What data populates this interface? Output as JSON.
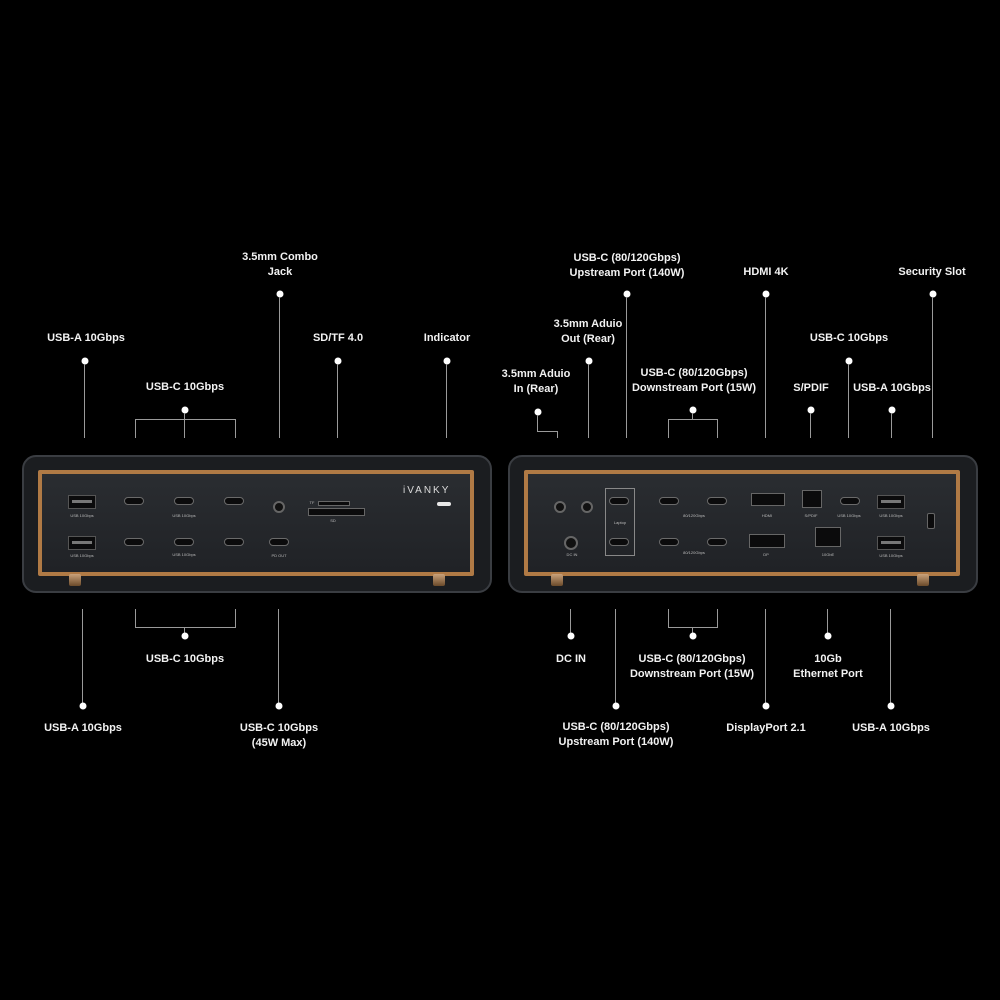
{
  "front_labels": {
    "usb_a_top": "USB-A 10Gbps",
    "usb_c_top": "USB-C 10Gbps",
    "combo_jack_line1": "3.5mm Combo",
    "combo_jack_line2": "Jack",
    "sd_tf": "SD/TF 4.0",
    "indicator": "Indicator",
    "usb_c_bottom": "USB-C 10Gbps",
    "usb_a_bottom": "USB-A 10Gbps",
    "usb_c_pd_line1": "USB-C 10Gbps",
    "usb_c_pd_line2": "(45W Max)"
  },
  "rear_labels": {
    "audio_in_line1": "3.5mm Aduio",
    "audio_in_line2": "In (Rear)",
    "audio_out_line1": "3.5mm Aduio",
    "audio_out_line2": "Out (Rear)",
    "upstream_top_line1": "USB-C (80/120Gbps)",
    "upstream_top_line2": "Upstream Port (140W)",
    "downstream_top_line1": "USB-C (80/120Gbps)",
    "downstream_top_line2": "Downstream Port (15W)",
    "hdmi": "HDMI 4K",
    "usb_c_top": "USB-C 10Gbps",
    "spdif": "S/PDIF",
    "usb_a_top": "USB-A 10Gbps",
    "security": "Security Slot",
    "dc_in": "DC IN",
    "downstream_bottom_line1": "USB-C (80/120Gbps)",
    "downstream_bottom_line2": "Downstream Port (15W)",
    "ethernet_line1": "10Gb",
    "ethernet_line2": "Ethernet Port",
    "upstream_bottom_line1": "USB-C (80/120Gbps)",
    "upstream_bottom_line2": "Upstream Port (140W)",
    "displayport": "DisplayPort 2.1",
    "usb_a_bottom": "USB-A 10Gbps"
  },
  "panel_text": {
    "brand": "iVANKY",
    "usb10": "USB 10Gbps",
    "pd_out": "PD OUT",
    "tf": "TF",
    "sd": "SD",
    "laptop": "Laptop",
    "dc_in": "DC IN",
    "speed": "80/120Gbps",
    "hdmi": "HDMI",
    "dp": "DP",
    "spdif": "S/PDIF",
    "lan": "10GbE"
  }
}
